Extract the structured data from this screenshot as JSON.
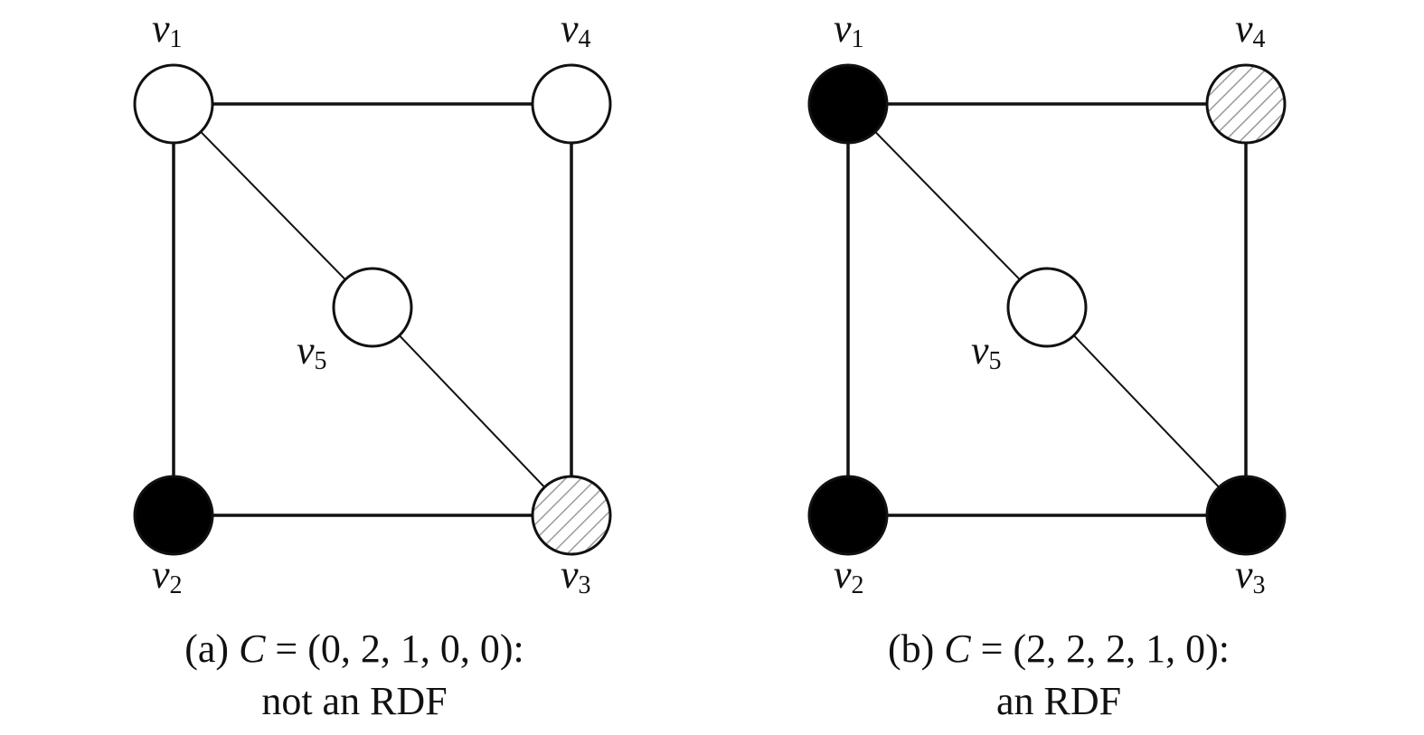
{
  "colors": {
    "stroke": "#111111",
    "filled": "#000000",
    "empty": "#ffffff",
    "hatch": "#9a9a9a"
  },
  "panels": [
    {
      "id": "a",
      "caption": {
        "prefix": "(a) ",
        "var": "C",
        "rest": " = (0, 2, 1, 0, 0):",
        "line2": "not an RDF"
      },
      "vertices": [
        {
          "id": "v1",
          "base": "v",
          "sub": "1",
          "fill": "empty"
        },
        {
          "id": "v2",
          "base": "v",
          "sub": "2",
          "fill": "filled"
        },
        {
          "id": "v3",
          "base": "v",
          "sub": "3",
          "fill": "hatched"
        },
        {
          "id": "v4",
          "base": "v",
          "sub": "4",
          "fill": "empty"
        },
        {
          "id": "v5",
          "base": "v",
          "sub": "5",
          "fill": "empty"
        }
      ],
      "edges": [
        [
          "v1",
          "v4"
        ],
        [
          "v1",
          "v2"
        ],
        [
          "v4",
          "v3"
        ],
        [
          "v2",
          "v3"
        ],
        [
          "v1",
          "v5"
        ],
        [
          "v5",
          "v3"
        ]
      ]
    },
    {
      "id": "b",
      "caption": {
        "prefix": "(b) ",
        "var": "C",
        "rest": " = (2, 2, 2, 1, 0):",
        "line2": "an RDF"
      },
      "vertices": [
        {
          "id": "v1",
          "base": "v",
          "sub": "1",
          "fill": "filled"
        },
        {
          "id": "v2",
          "base": "v",
          "sub": "2",
          "fill": "filled"
        },
        {
          "id": "v3",
          "base": "v",
          "sub": "3",
          "fill": "filled"
        },
        {
          "id": "v4",
          "base": "v",
          "sub": "4",
          "fill": "hatched"
        },
        {
          "id": "v5",
          "base": "v",
          "sub": "5",
          "fill": "empty"
        }
      ],
      "edges": [
        [
          "v1",
          "v4"
        ],
        [
          "v1",
          "v2"
        ],
        [
          "v4",
          "v3"
        ],
        [
          "v2",
          "v3"
        ],
        [
          "v1",
          "v5"
        ],
        [
          "v5",
          "v3"
        ]
      ]
    }
  ]
}
